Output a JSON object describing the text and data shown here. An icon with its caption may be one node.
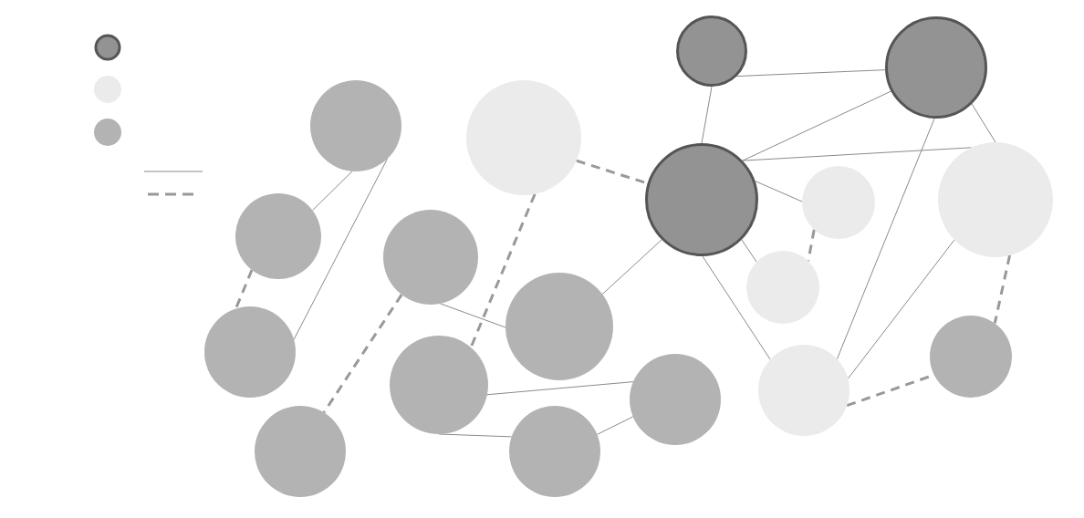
{
  "diagram": {
    "nodes": [
      {
        "text": [],
        "shape": "circle"
      },
      {
        "text": [],
        "shape": "circle"
      },
      {
        "text": [],
        "shape": "circle"
      },
      {
        "text": [],
        "shape": "circle"
      },
      {
        "text": [],
        "shape": "circle"
      },
      {
        "text": [],
        "shape": "circle"
      },
      {
        "text": [],
        "shape": "circle"
      },
      {
        "text": [],
        "shape": "circle"
      },
      {
        "text": [],
        "shape": "circle"
      },
      {
        "text": [],
        "shape": "circle"
      },
      {
        "text": [],
        "shape": "circle"
      },
      {
        "text": [],
        "shape": "circle"
      },
      {
        "text": [],
        "shape": "circle"
      },
      {
        "text": [],
        "shape": "circle"
      },
      {
        "text": [],
        "shape": "circle"
      },
      {
        "text": [],
        "shape": "circle"
      },
      {
        "text": [],
        "shape": "circle"
      },
      {
        "text": [],
        "shape": "circle"
      }
    ],
    "edges": [
      {
        "from": 0,
        "to": 1,
        "arrow": "none"
      },
      {
        "from": 0,
        "to": 4,
        "arrow": "none"
      },
      {
        "from": 1,
        "to": 4,
        "arrow": "none"
      },
      {
        "from": 1,
        "to": 6,
        "arrow": "none"
      },
      {
        "from": 1,
        "to": 14,
        "arrow": "none"
      },
      {
        "from": 4,
        "to": 6,
        "arrow": "none"
      },
      {
        "from": 4,
        "to": 5,
        "arrow": "none"
      },
      {
        "from": 4,
        "to": 9,
        "arrow": "none"
      },
      {
        "from": 4,
        "to": 14,
        "arrow": "none"
      },
      {
        "from": 4,
        "to": 10,
        "arrow": "none"
      },
      {
        "from": 3,
        "to": 4,
        "arrow": "none",
        "style": "dashed"
      },
      {
        "from": 5,
        "to": 9,
        "arrow": "none",
        "style": "dashed"
      },
      {
        "from": 6,
        "to": 12,
        "arrow": "none",
        "style": "dashed"
      },
      {
        "from": 6,
        "to": 14,
        "arrow": "none"
      },
      {
        "from": 14,
        "to": 12,
        "arrow": "none",
        "style": "dashed"
      },
      {
        "from": 2,
        "to": 7,
        "arrow": "none"
      },
      {
        "from": 2,
        "to": 11,
        "arrow": "none"
      },
      {
        "from": 7,
        "to": 11,
        "arrow": "none",
        "style": "dashed"
      },
      {
        "from": 3,
        "to": 13,
        "arrow": "none",
        "style": "dashed"
      },
      {
        "from": 8,
        "to": 16,
        "arrow": "none",
        "style": "dashed"
      },
      {
        "from": 8,
        "to": 10,
        "arrow": "none"
      },
      {
        "from": 13,
        "to": 15,
        "arrow": "none"
      },
      {
        "from": 13,
        "to": 17,
        "arrow": "none"
      },
      {
        "from": 17,
        "to": 15,
        "arrow": "none"
      }
    ]
  }
}
